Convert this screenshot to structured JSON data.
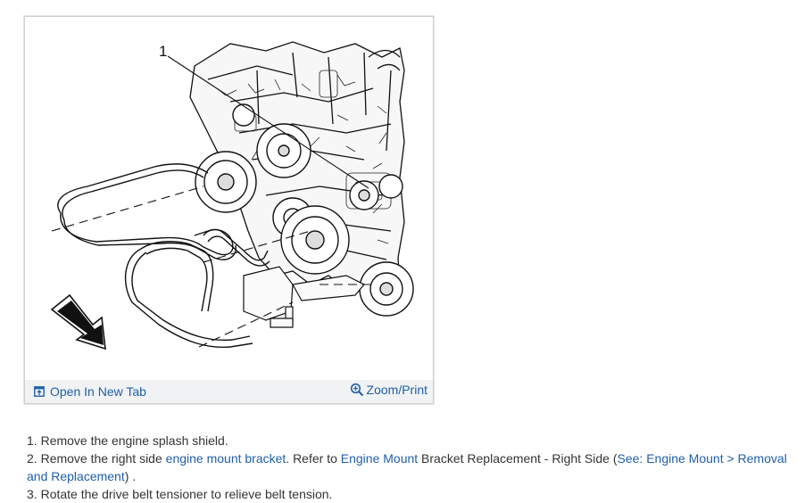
{
  "figure": {
    "callout_label": "1",
    "open_tab_label": "Open In New Tab",
    "zoom_print_label": "Zoom/Print",
    "open_tab_icon": "open-new-tab-icon",
    "zoom_icon": "magnifier-zoom-icon"
  },
  "steps": [
    {
      "number": "1.",
      "text": "Remove the engine splash shield."
    },
    {
      "number": "2.",
      "before": "Remove the right side ",
      "link1": "engine mount bracket",
      "mid1": ". Refer to ",
      "link2": "Engine Mount",
      "mid2": " Bracket Replacement - Right Side (",
      "link3": "See: Engine Mount > Removal and Replacement",
      "after": ") ."
    },
    {
      "number": "3.",
      "text": "Rotate the drive belt tensioner to relieve belt tension."
    }
  ],
  "colors": {
    "link": "#1f5fa8",
    "toolbar_bg": "#f1f2f4",
    "text": "#333333"
  }
}
